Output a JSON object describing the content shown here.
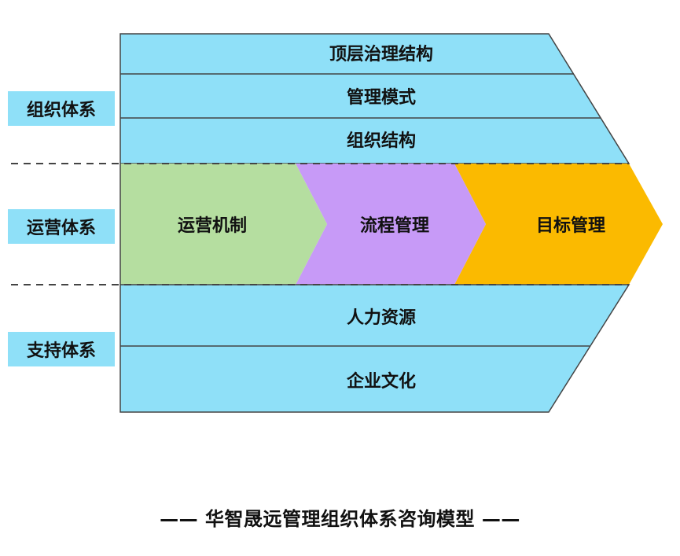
{
  "colors": {
    "band_fill": "#8fe0f8",
    "stroke": "#444444",
    "ops_mechanism": "#b5dea0",
    "process": "#c79af7",
    "goal": "#fbba00",
    "side_label_bg": "#8fe0f8"
  },
  "side_labels": {
    "org": "组织体系",
    "ops": "运营体系",
    "support": "支持体系"
  },
  "org_rows": [
    "顶层治理结构",
    "管理模式",
    "组织结构"
  ],
  "ops_chevrons": [
    "运营机制",
    "流程管理",
    "目标管理"
  ],
  "support_rows": [
    "人力资源",
    "企业文化"
  ],
  "caption": "—— 华智晟远管理组织体系咨询模型 ——"
}
